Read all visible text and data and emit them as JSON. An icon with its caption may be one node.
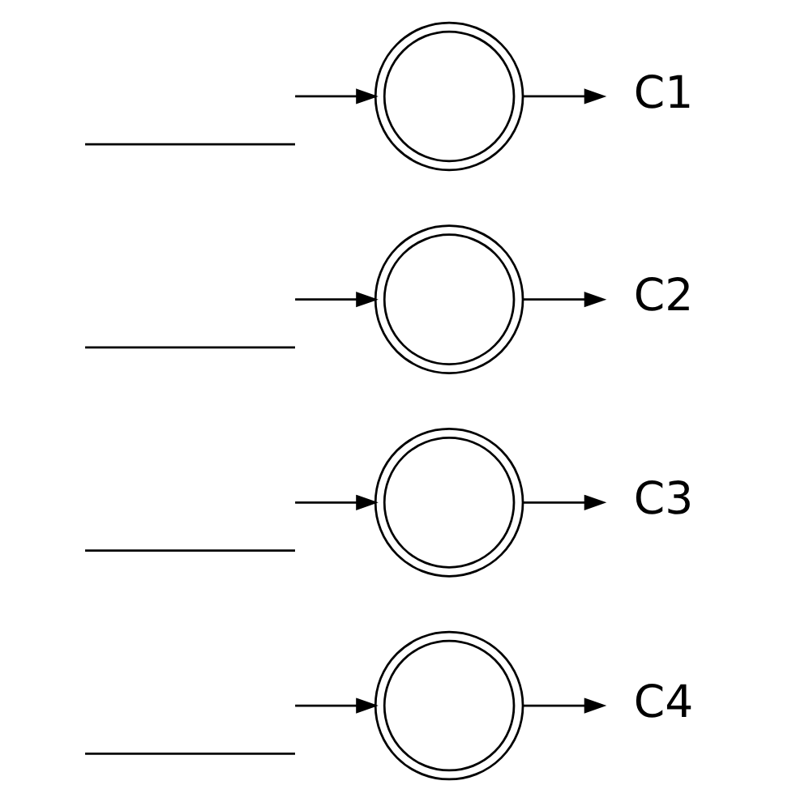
{
  "diagram": {
    "nodes": [
      {
        "text": [],
        "shape": "curve"
      },
      {
        "text": [],
        "shape": "network"
      },
      {
        "text": [
          "C1"
        ]
      },
      {
        "text": [],
        "shape": "curve"
      },
      {
        "text": [],
        "shape": "network"
      },
      {
        "text": [
          "C2"
        ]
      },
      {
        "text": [],
        "shape": "curve"
      },
      {
        "text": [],
        "shape": "network"
      },
      {
        "text": [
          "C3"
        ]
      },
      {
        "text": [],
        "shape": "curve"
      },
      {
        "text": [],
        "shape": "network"
      },
      {
        "text": [
          "C4"
        ]
      }
    ],
    "edges": [
      {
        "from": 0,
        "to": 1,
        "arrow": "to"
      },
      {
        "from": 1,
        "to": 2,
        "arrow": "to"
      },
      {
        "from": 3,
        "to": 4,
        "arrow": "to"
      },
      {
        "from": 4,
        "to": 5,
        "arrow": "to"
      },
      {
        "from": 6,
        "to": 7,
        "arrow": "to"
      },
      {
        "from": 7,
        "to": 8,
        "arrow": "to"
      },
      {
        "from": 9,
        "to": 10,
        "arrow": "to"
      },
      {
        "from": 10,
        "to": 11,
        "arrow": "to"
      }
    ]
  }
}
